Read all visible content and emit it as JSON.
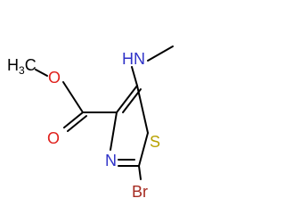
{
  "molecule": {
    "labels": {
      "methyl_ester": {
        "main": "H",
        "sub": "3",
        "tail": "C"
      },
      "ester_o": "O",
      "carbonyl_o": "O",
      "amine": "HN",
      "sulfur": "S",
      "nitrogen": "N",
      "bromine": "Br"
    },
    "colors": {
      "bond": "#000000",
      "oxygen": "#e0201c",
      "nitrogen": "#2f32c8",
      "sulfur": "#b8a200",
      "bromine": "#a52a20",
      "carbon": "#000000"
    }
  }
}
